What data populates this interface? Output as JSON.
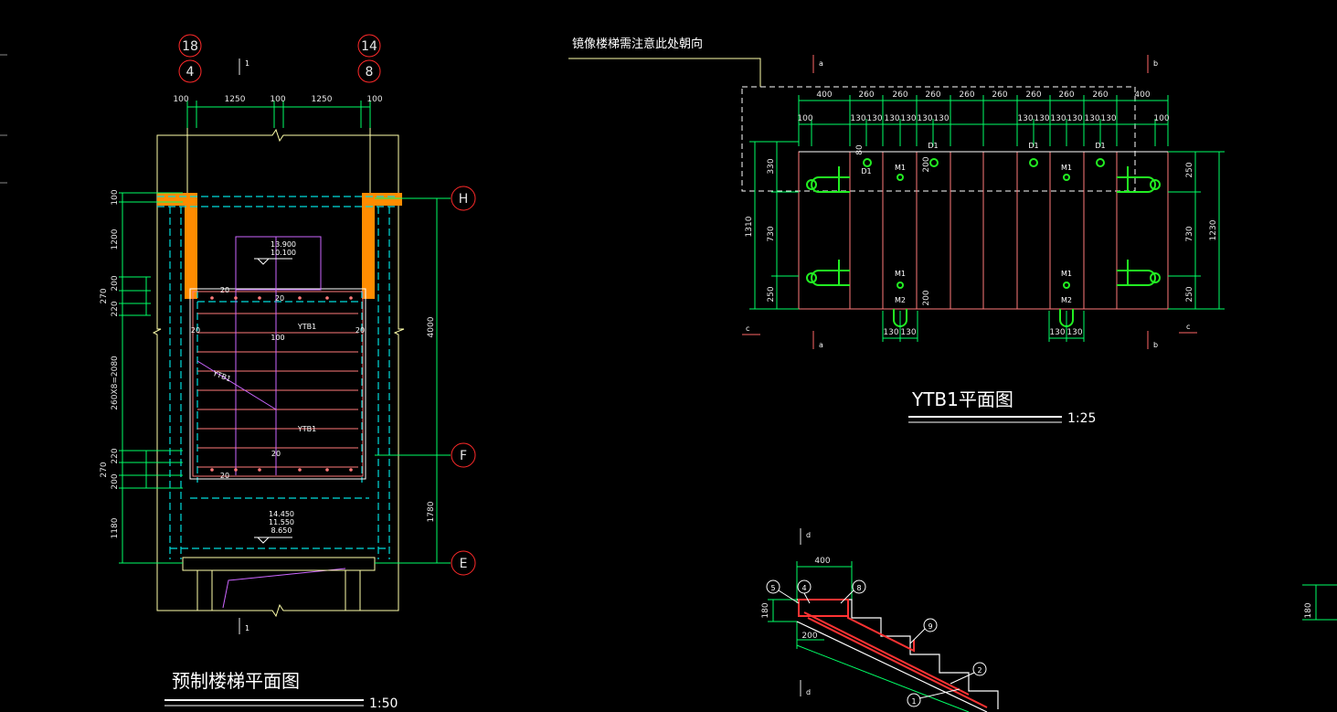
{
  "colors": {
    "background": "#000000",
    "dimension": "#00ff66",
    "outline": "#ffffaa",
    "wall": "#ff8c00",
    "hidden": "#00dddd",
    "axis_bubble": "#ff2a2a",
    "panel": "#ff7a7a",
    "rebar": "#22ee22",
    "magenta": "#cc66ff",
    "text": "#ffffff"
  },
  "left_plan": {
    "title": "预制楼梯平面图",
    "scale": "1:50",
    "axis_top_left": [
      "18",
      "4"
    ],
    "axis_top_right": [
      "14",
      "8"
    ],
    "axis_right": [
      "H",
      "F",
      "E"
    ],
    "section_mark": "1",
    "dims_top": [
      "100",
      "1250",
      "100",
      "1250",
      "100"
    ],
    "dims_left": [
      "100",
      "1200",
      "200",
      "270",
      "220",
      "260X8=2080",
      "220",
      "270",
      "200",
      "1180"
    ],
    "dims_right": [
      "4000",
      "1780"
    ],
    "labels": {
      "ytb_upper": "YTB1",
      "ytb_lower": "YTB1",
      "ytb_diag": "YTB1",
      "mark_100": "100",
      "mark_20_a": "20",
      "mark_20_b": "20",
      "mark_20_c": "20",
      "mark_20_d": "20",
      "mark_20_e": "20",
      "mark_20_f": "20",
      "level_upper_1": "13.900",
      "level_upper_2": "10.100",
      "level_lower_1": "14.450",
      "level_lower_2": "11.550",
      "level_lower_3": "8.650"
    }
  },
  "right_plan": {
    "title": "YTB1平面图",
    "scale": "1:25",
    "note": "镜像楼梯需注意此处朝向",
    "section_marks": [
      "a",
      "b",
      "c",
      "a",
      "b",
      "c"
    ],
    "dims_top_1": [
      "400",
      "260",
      "260",
      "260",
      "260",
      "260",
      "260",
      "260",
      "260",
      "400"
    ],
    "dims_top_2": [
      "100",
      "130",
      "130",
      "130",
      "130",
      "130",
      "130",
      "130",
      "130",
      "130",
      "130",
      "130",
      "130",
      "100"
    ],
    "dims_left": [
      "330",
      "1310",
      "730",
      "250"
    ],
    "dims_right": [
      "250",
      "1230",
      "730",
      "250"
    ],
    "dims_bottom": [
      "130",
      "130",
      "130",
      "130"
    ],
    "dims_inner": [
      "80",
      "200",
      "200"
    ],
    "labels": {
      "d1_a": "D1",
      "d1_b": "D1",
      "d1_c": "D1",
      "d1_d": "D1",
      "m1_a": "M1",
      "m1_b": "M1",
      "m1_c": "M1",
      "m1_d": "M1",
      "m2_a": "M2",
      "m2_b": "M2"
    }
  },
  "section": {
    "mark_top": "d",
    "mark_bottom": "d",
    "dims": [
      "400",
      "180",
      "200"
    ],
    "callouts": [
      "5",
      "4",
      "8",
      "9",
      "2",
      "1"
    ],
    "side_dim": "180"
  }
}
